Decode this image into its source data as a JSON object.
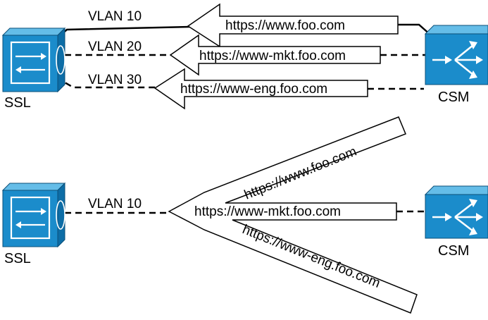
{
  "top": {
    "ssl_label": "SSL",
    "csm_label": "CSM",
    "vlans": [
      "VLAN 10",
      "VLAN 20",
      "VLAN 30"
    ],
    "urls": [
      "https://www.foo.com",
      "https://www-mkt.foo.com",
      "https://www-eng.foo.com"
    ]
  },
  "bottom": {
    "ssl_label": "SSL",
    "csm_label": "CSM",
    "vlan": "VLAN 10",
    "urls": [
      "https://www.foo.com",
      "https://www-mkt.foo.com",
      "https://www-eng.foo.com"
    ]
  },
  "colors": {
    "device_face": "#1b8ccb",
    "device_top": "#65bde8",
    "device_side": "#0d6da6",
    "line": "#000000",
    "arrow_fill": "#ffffff"
  }
}
